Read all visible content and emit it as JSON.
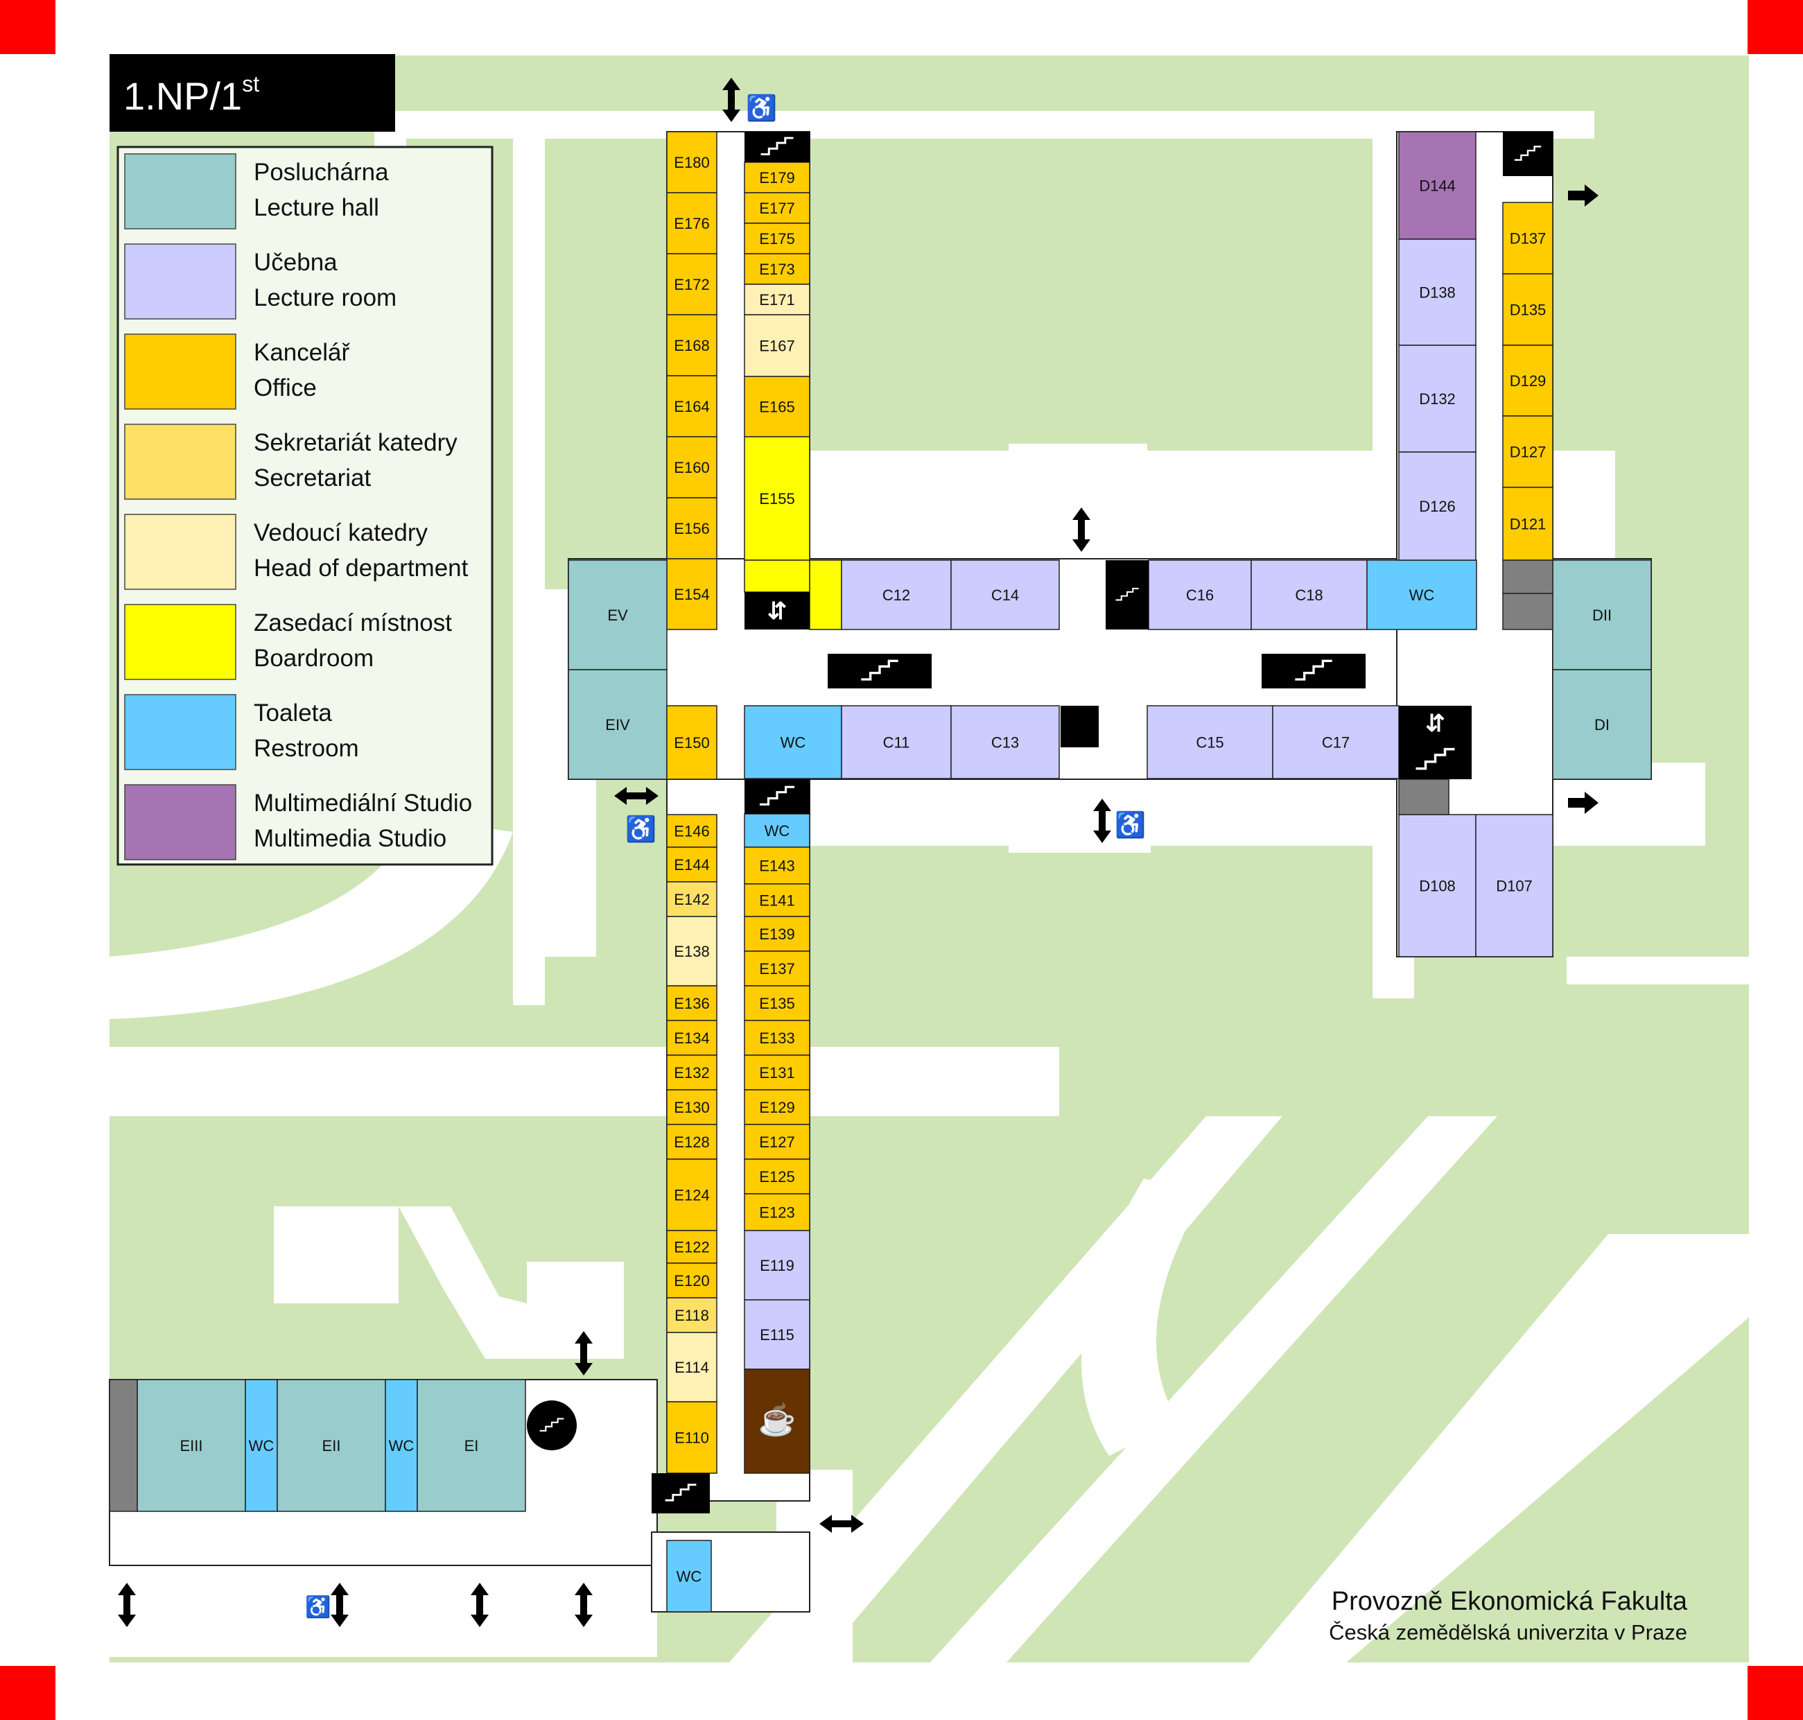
{
  "floor_label": {
    "main": "1.NP/1",
    "sup": "st"
  },
  "legend": [
    {
      "cz": "Posluchárna",
      "en": "Lecture hall",
      "color": "#99cccc"
    },
    {
      "cz": "Učebna",
      "en": "Lecture room",
      "color": "#ccccff"
    },
    {
      "cz": "Kancelář",
      "en": "Office",
      "color": "#ffcc00"
    },
    {
      "cz": "Sekretariát katedry",
      "en": "Secretariat",
      "color": "#ffe066"
    },
    {
      "cz": "Vedoucí katedry",
      "en": "Head of department",
      "color": "#fff0b3"
    },
    {
      "cz": "Zasedací místnost",
      "en": "Boardroom",
      "color": "#ffff00"
    },
    {
      "cz": "Toaleta",
      "en": "Restroom",
      "color": "#66ccff"
    },
    {
      "cz": "Multimediální Studio",
      "en": "Multimedia Studio",
      "color": "#a673b3"
    }
  ],
  "colors": {
    "lawn": "#cfe5b6",
    "corner_marker": "#ff0000",
    "stairs": "#000000",
    "cafe": "#663300",
    "technical": "#808080"
  },
  "rooms": {
    "west_wing_left": [
      "E180",
      "E176",
      "E172",
      "E168",
      "E164",
      "E160",
      "E156",
      "E154"
    ],
    "west_wing_right": [
      "E179",
      "E177",
      "E175",
      "E173",
      "E171",
      "E167",
      "E165",
      "E155"
    ],
    "central_north": [
      "C12",
      "C14",
      "C16",
      "C18",
      "WC"
    ],
    "central_south": [
      "WC",
      "C11",
      "C13",
      "C15",
      "C17"
    ],
    "halls_west": [
      "EV",
      "EIV"
    ],
    "halls_east": [
      "DII",
      "DI"
    ],
    "east_wing_left": [
      "D144",
      "D138",
      "D132",
      "D126"
    ],
    "east_wing_right": [
      "D137",
      "D135",
      "D129",
      "D127",
      "D121"
    ],
    "east_wing_south": [
      "D108",
      "D107"
    ],
    "south_wing_left": [
      "E150",
      "E146",
      "E144",
      "E142",
      "E138",
      "E136",
      "E134",
      "E132",
      "E130",
      "E128",
      "E124",
      "E122",
      "E120",
      "E118",
      "E114",
      "E110",
      "WC"
    ],
    "south_wing_right": [
      "WC",
      "E143",
      "E141",
      "E139",
      "E137",
      "E135",
      "E133",
      "E131",
      "E129",
      "E127",
      "E125",
      "E123",
      "E119",
      "E115"
    ],
    "southwest_halls": [
      "EIII",
      "WC",
      "EII",
      "WC",
      "EI"
    ]
  },
  "footer": {
    "title": "Provozně Ekonomická Fakulta",
    "subtitle": "Česká zemědělská univerzita v Praze"
  }
}
